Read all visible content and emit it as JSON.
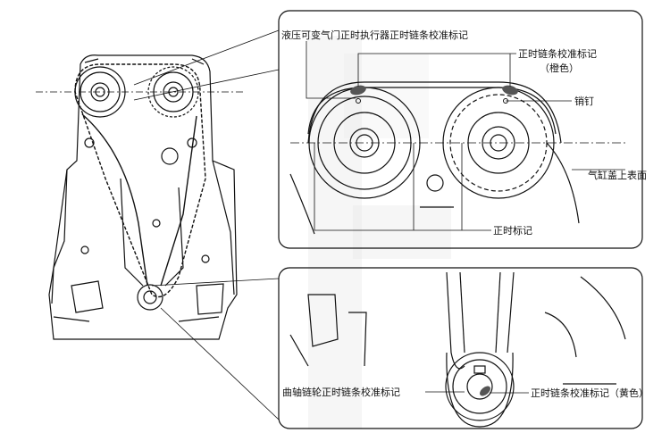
{
  "labels": {
    "vvt_timing_mark": "液压可变气门正时执行器正时链条校准标记",
    "chain_mark": "正时链条校准标记",
    "chain_mark_color": "（橙色）",
    "dowel_pin": "销钉",
    "cylinder_head_top": "气缸盖上表面",
    "timing_mark": "正时标记",
    "crank_sprocket_mark": "曲轴链轮正时链条校准标记",
    "chain_mark_yellow": "正时链条校准标记（黄色）"
  },
  "colors": {
    "line": "#111111",
    "mark_fill": "#555555",
    "panel_bg": "#ffffff",
    "watermark": "#e6e6e6"
  }
}
